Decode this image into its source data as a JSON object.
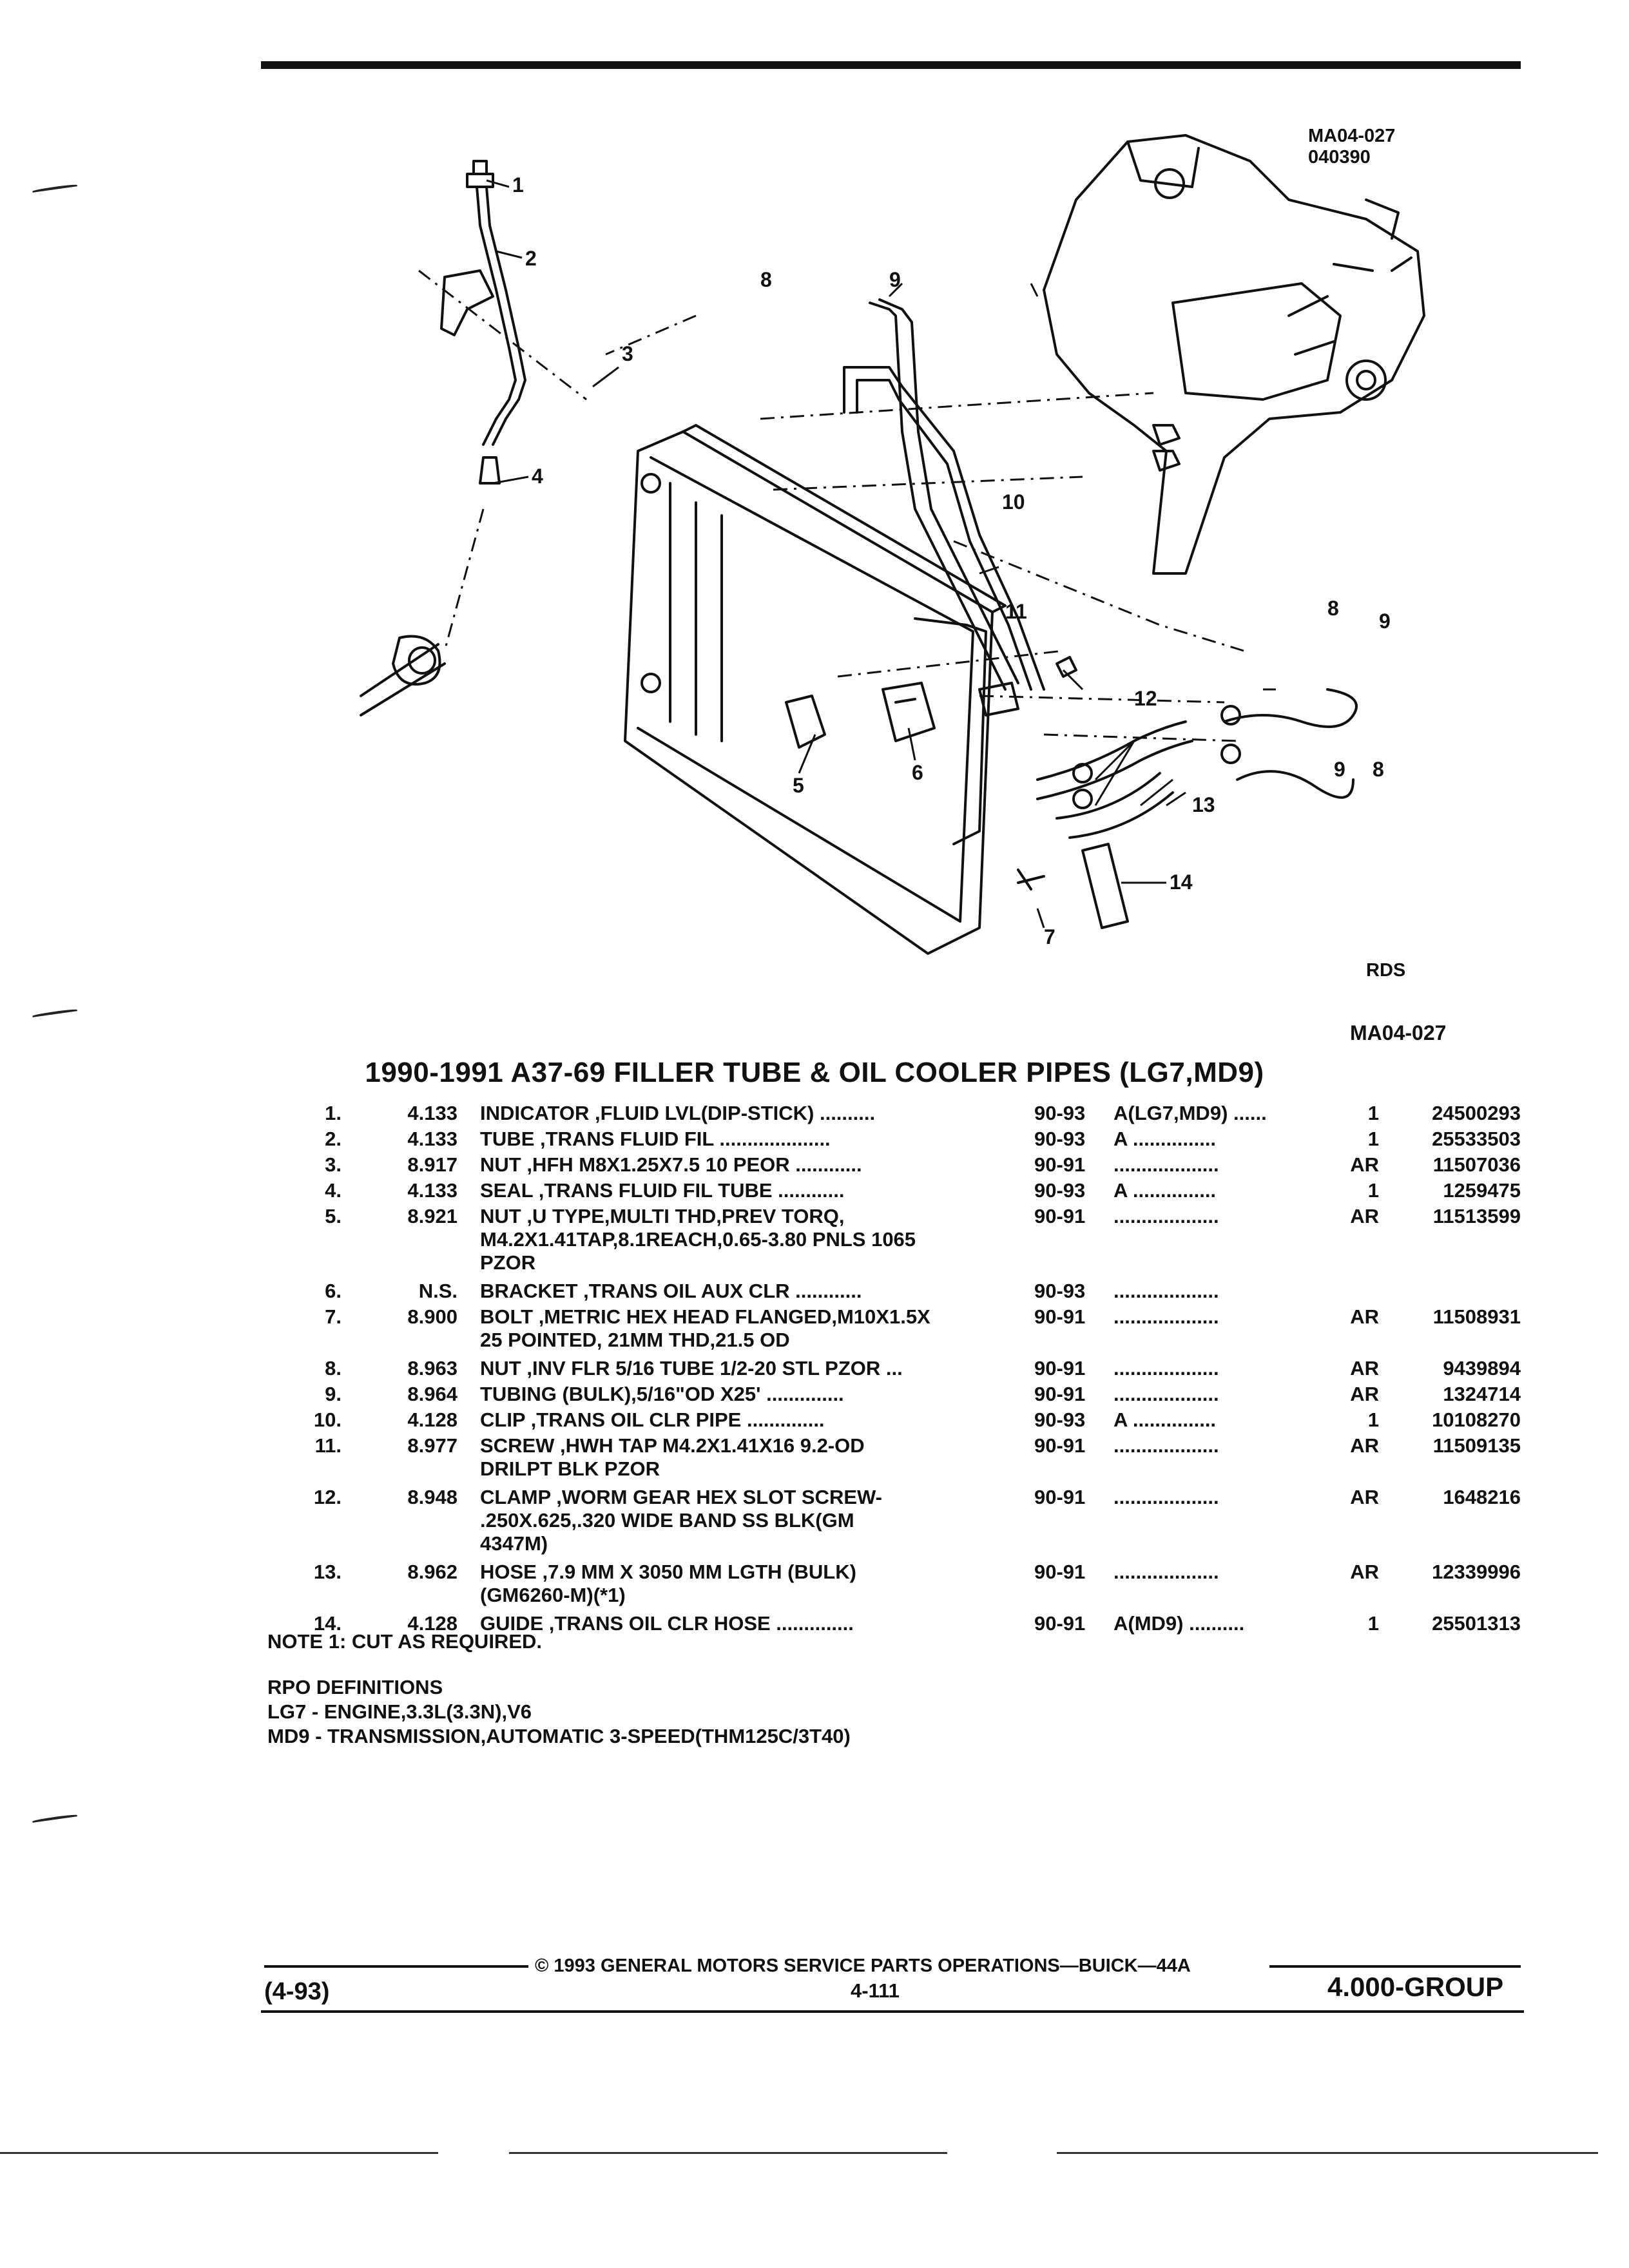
{
  "figure": {
    "code": "MA04-027",
    "date_code": "040390",
    "variant": "RDS",
    "footer_code": "MA04-027",
    "callouts": [
      "1",
      "2",
      "3",
      "4",
      "5",
      "6",
      "7",
      "8",
      "9",
      "10",
      "11",
      "12",
      "13",
      "14",
      "8",
      "9",
      "9",
      "8"
    ]
  },
  "title": "1990-1991 A37-69 FILLER TUBE & OIL COOLER PIPES (LG7,MD9)",
  "parts": [
    {
      "num": "1.",
      "group": "4.133",
      "name": "INDICATOR",
      "desc": " ,FLUID LVL(DIP-STICK) ..........",
      "lines": [],
      "years": "90-93",
      "app": "A(LG7,MD9) ......",
      "qty": "1",
      "pn": "24500293"
    },
    {
      "num": "2.",
      "group": "4.133",
      "name": "TUBE",
      "desc": " ,TRANS FLUID FIL ....................",
      "lines": [],
      "years": "90-93",
      "app": "A ...............",
      "qty": "1",
      "pn": "25533503"
    },
    {
      "num": "3.",
      "group": "8.917",
      "name": "NUT",
      "desc": " ,HFH M8X1.25X7.5 10 PEOR ............",
      "lines": [],
      "years": "90-91",
      "app": "...................",
      "qty": "AR",
      "pn": "11507036"
    },
    {
      "num": "4.",
      "group": "4.133",
      "name": "SEAL",
      "desc": " ,TRANS FLUID FIL TUBE ............",
      "lines": [],
      "years": "90-93",
      "app": "A ...............",
      "qty": "1",
      "pn": "1259475"
    },
    {
      "num": "5.",
      "group": "8.921",
      "name": "NUT",
      "desc": " ,U TYPE,MULTI THD,PREV TORQ,",
      "lines": [
        "M4.2X1.41TAP,8.1REACH,0.65-3.80 PNLS 1065",
        "PZOR"
      ],
      "years": "90-91",
      "app": "...................",
      "qty": "AR",
      "pn": "11513599"
    },
    {
      "num": "6.",
      "group": "N.S.",
      "name": "BRACKET",
      "desc": " ,TRANS OIL AUX CLR ............",
      "lines": [],
      "years": "90-93",
      "app": "...................",
      "qty": "",
      "pn": ""
    },
    {
      "num": "7.",
      "group": "8.900",
      "name": "BOLT",
      "desc": " ,METRIC HEX HEAD FLANGED,M10X1.5X",
      "lines": [
        "25 POINTED, 21MM THD,21.5 OD"
      ],
      "years": "90-91",
      "app": "...................",
      "qty": "AR",
      "pn": "11508931"
    },
    {
      "num": "8.",
      "group": "8.963",
      "name": "NUT",
      "desc": " ,INV FLR 5/16 TUBE 1/2-20 STL PZOR ...",
      "lines": [],
      "years": "90-91",
      "app": "...................",
      "qty": "AR",
      "pn": "9439894"
    },
    {
      "num": "9.",
      "group": "8.964",
      "name": "TUBING",
      "desc": " (BULK),5/16\"OD X25' ..............",
      "lines": [],
      "years": "90-91",
      "app": "...................",
      "qty": "AR",
      "pn": "1324714"
    },
    {
      "num": "10.",
      "group": "4.128",
      "name": "CLIP",
      "desc": " ,TRANS OIL CLR PIPE ..............",
      "lines": [],
      "years": "90-93",
      "app": "A ...............",
      "qty": "1",
      "pn": "10108270"
    },
    {
      "num": "11.",
      "group": "8.977",
      "name": "SCREW",
      "desc": " ,HWH TAP M4.2X1.41X16 9.2-OD",
      "lines": [
        "DRILPT BLK PZOR"
      ],
      "years": "90-91",
      "app": "...................",
      "qty": "AR",
      "pn": "11509135"
    },
    {
      "num": "12.",
      "group": "8.948",
      "name": "CLAMP",
      "desc": " ,WORM GEAR HEX SLOT SCREW-",
      "lines": [
        ".250X.625,.320 WIDE BAND SS BLK(GM",
        "4347M)"
      ],
      "years": "90-91",
      "app": "...................",
      "qty": "AR",
      "pn": "1648216"
    },
    {
      "num": "13.",
      "group": "8.962",
      "name": "HOSE",
      "desc": " ,7.9 MM X 3050 MM LGTH (BULK)",
      "lines": [
        "(GM6260-M)(*1)"
      ],
      "years": "90-91",
      "app": "...................",
      "qty": "AR",
      "pn": "12339996"
    },
    {
      "num": "14.",
      "group": "4.128",
      "name": "GUIDE",
      "desc": " ,TRANS OIL CLR HOSE ..............",
      "lines": [],
      "years": "90-91",
      "app": "A(MD9) ..........",
      "qty": "1",
      "pn": "25501313"
    }
  ],
  "note": "NOTE  1:  CUT AS REQUIRED.",
  "rpo": {
    "heading": "RPO DEFINITIONS",
    "lines": [
      "LG7 - ENGINE,3.3L(3.3N),V6",
      "MD9 - TRANSMISSION,AUTOMATIC 3-SPEED(THM125C/3T40)"
    ]
  },
  "footer": {
    "copyright": "© 1993 GENERAL MOTORS SERVICE PARTS OPERATIONS—BUICK—44A",
    "date": "(4-93)",
    "page": "4-111",
    "group": "4.000-GROUP"
  }
}
